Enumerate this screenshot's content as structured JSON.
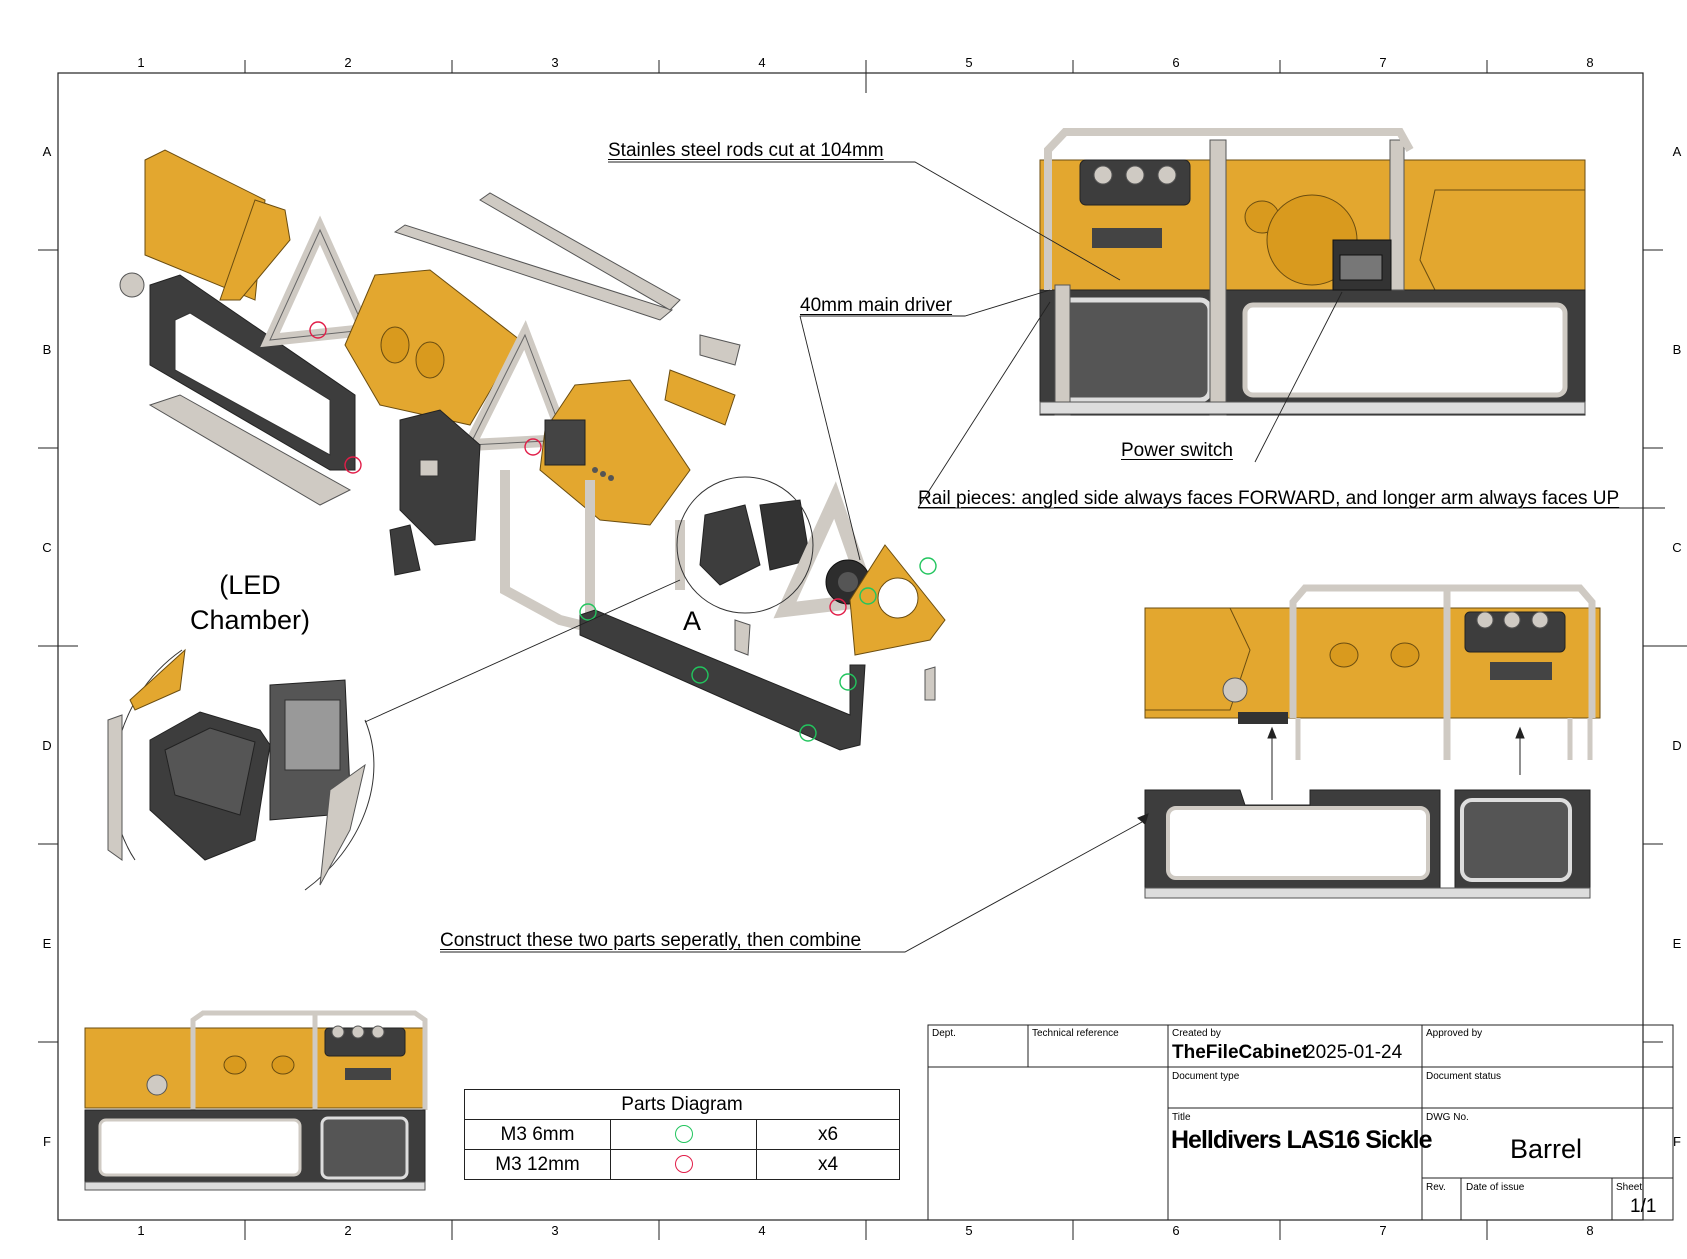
{
  "sheet": {
    "column_labels": [
      "1",
      "2",
      "3",
      "4",
      "5",
      "6",
      "7",
      "8"
    ],
    "row_labels": [
      "A",
      "B",
      "C",
      "D",
      "E",
      "F"
    ]
  },
  "callouts": {
    "rods": "Stainles steel rods cut at 104mm",
    "driver": "40mm main driver",
    "power_switch": "Power switch",
    "rail_pieces": "Rail pieces: angled side always faces FORWARD, and longer arm always faces UP",
    "led_chamber_line1": "(LED",
    "led_chamber_line2": "Chamber)",
    "detail_label": "A",
    "construct": "Construct these two parts seperatly, then combine"
  },
  "parts_diagram": {
    "title": "Parts Diagram",
    "rows": [
      {
        "name": "M3 6mm",
        "marker_color": "#22c55e",
        "qty": "x6"
      },
      {
        "name": "M3 12mm",
        "marker_color": "#e11d48",
        "qty": "x4"
      }
    ]
  },
  "title_block": {
    "dept_label": "Dept.",
    "tech_ref_label": "Technical reference",
    "created_by_label": "Created by",
    "created_by": "TheFileCabinet",
    "date": "2025-01-24",
    "approved_by_label": "Approved by",
    "doc_type_label": "Document type",
    "doc_status_label": "Document status",
    "title_label": "Title",
    "title": "Helldivers LAS16 Sickle",
    "dwg_no_label": "DWG No.",
    "dwg_no": "Barrel",
    "rev_label": "Rev.",
    "date_issue_label": "Date of issue",
    "sheet_label": "Sheet",
    "sheet": "1/1"
  },
  "colors": {
    "part_orange": "#E3A72F",
    "part_dark": "#3d3d3d",
    "part_gray": "#cfcac3",
    "line": "#222222"
  }
}
